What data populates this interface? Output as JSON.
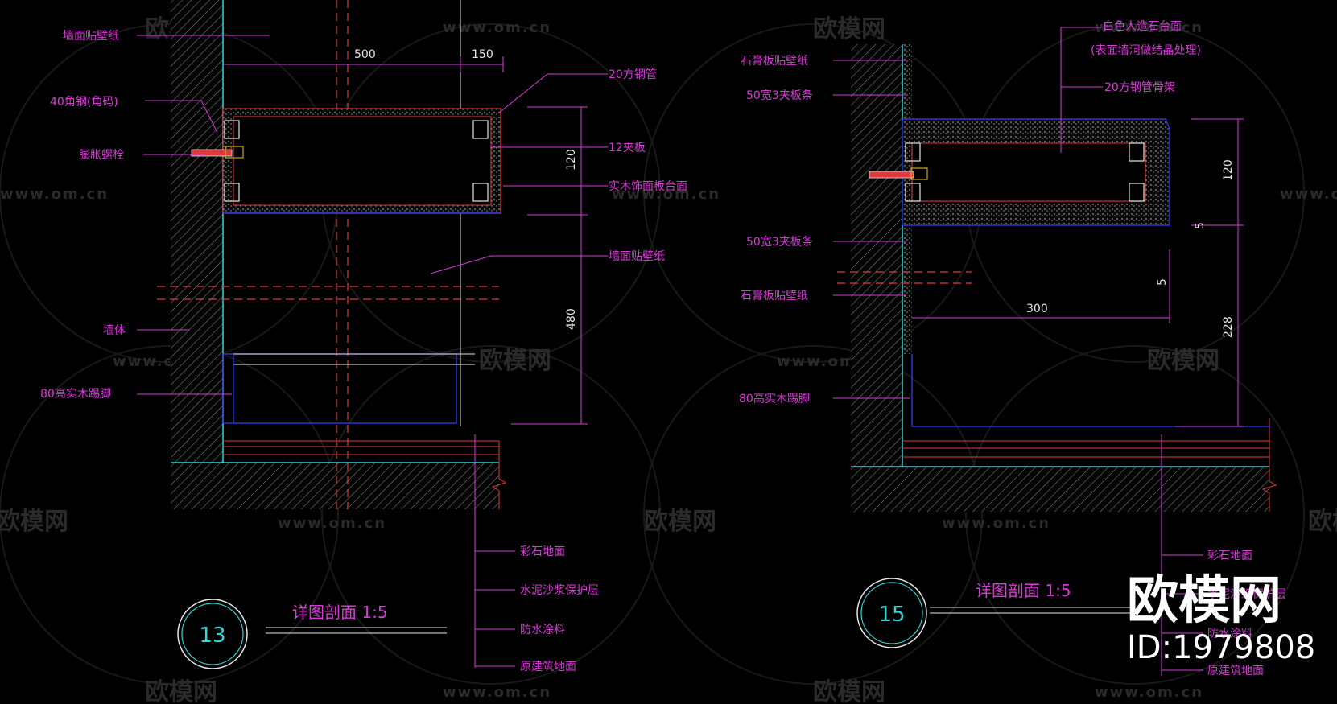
{
  "colors": {
    "background": "#000000",
    "label": "#d63bd6",
    "dimension": "#e6e6e6",
    "wall_outline": "#2fd6d6",
    "steel": "#e23a3a",
    "finish_line": "#3a3af0",
    "leader": "#d63bd6"
  },
  "watermark": {
    "text": "欧模网",
    "url": "www.om.cn"
  },
  "brand": {
    "name": "欧模网",
    "id": "ID:1979808"
  },
  "detail_13": {
    "number": "13",
    "title": "详图剖面 1:5",
    "labels_left": [
      "墙面贴壁纸",
      "40角钢(角码)",
      "膨胀螺栓",
      "墙体",
      "80高实木踢脚"
    ],
    "labels_right": [
      "20方钢管",
      "12夹板",
      "实木饰面板台面",
      "墙面贴壁纸"
    ],
    "dims": [
      "500",
      "150",
      "120",
      "480"
    ],
    "floor_labels": [
      "彩石地面",
      "水泥沙浆保护层",
      "防水涂料",
      "原建筑地面"
    ]
  },
  "detail_15": {
    "number": "15",
    "title": "详图剖面 1:5",
    "labels_top": [
      "白色人造石台面",
      "(表面墙洞做结晶处理)",
      "20方钢管骨架"
    ],
    "labels_left": [
      "石膏板贴壁纸",
      "50宽3夹板条",
      "50宽3夹板条",
      "石膏板贴壁纸",
      "80高实木踢脚"
    ],
    "dims": [
      "120",
      "5",
      "5",
      "300",
      "228"
    ],
    "floor_labels": [
      "彩石地面",
      "水泥沙浆保护层",
      "防水涂料",
      "原建筑地面"
    ]
  }
}
